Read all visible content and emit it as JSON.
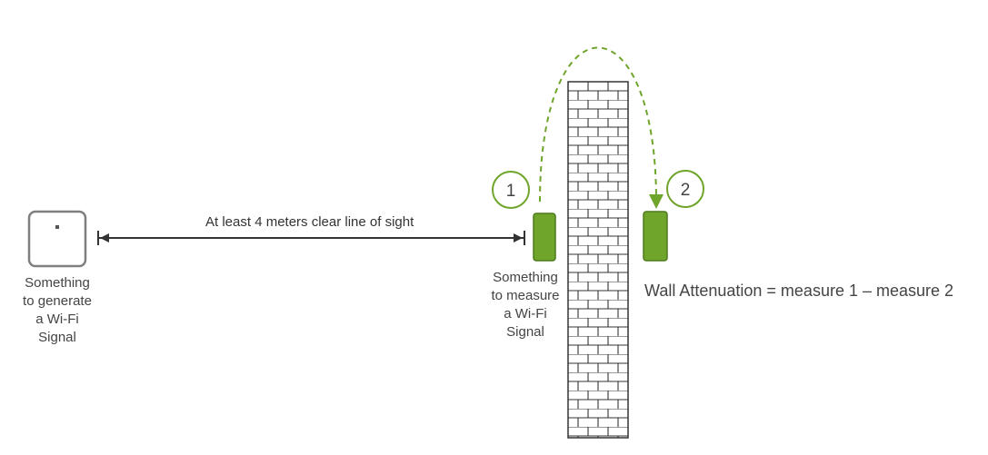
{
  "diagram": {
    "generator_label": [
      "Something",
      "to generate",
      "a Wi-Fi",
      "Signal"
    ],
    "meter_label": [
      "Something",
      "to measure",
      "a Wi-Fi",
      "Signal"
    ],
    "distance_label": "At least 4 meters clear line of sight",
    "position_1": "1",
    "position_2": "2",
    "formula": "Wall Attenuation = measure 1 – measure 2",
    "colors": {
      "accent_green": "#6fa52b",
      "accent_green_dark": "#4e7a1c",
      "router_outline": "#7f7f7f",
      "wall_mortar": "#333333",
      "arrow": "#333333"
    }
  }
}
